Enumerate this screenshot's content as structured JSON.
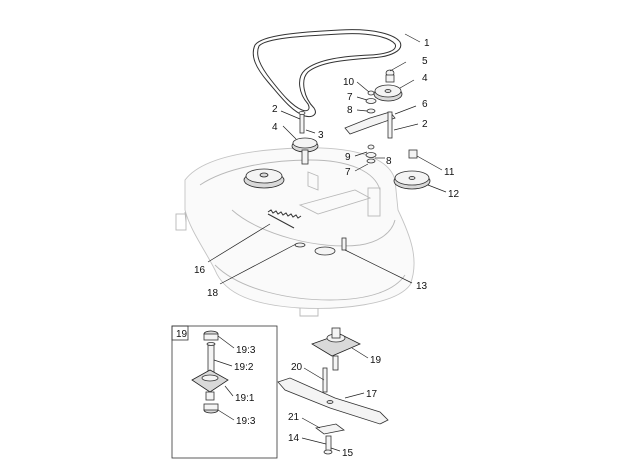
{
  "inset": {
    "label": "19"
  },
  "callouts": [
    {
      "id": "c1",
      "text": "1"
    },
    {
      "id": "c5",
      "text": "5"
    },
    {
      "id": "c10",
      "text": "10"
    },
    {
      "id": "c4a",
      "text": "4"
    },
    {
      "id": "c7a",
      "text": "7"
    },
    {
      "id": "c6",
      "text": "6"
    },
    {
      "id": "c8a",
      "text": "8"
    },
    {
      "id": "c2a",
      "text": "2"
    },
    {
      "id": "c2b",
      "text": "2"
    },
    {
      "id": "c3",
      "text": "3"
    },
    {
      "id": "c4b",
      "text": "4"
    },
    {
      "id": "c9",
      "text": "9"
    },
    {
      "id": "c8b",
      "text": "8"
    },
    {
      "id": "c7b",
      "text": "7"
    },
    {
      "id": "c11",
      "text": "11"
    },
    {
      "id": "c12",
      "text": "12"
    },
    {
      "id": "c16",
      "text": "16"
    },
    {
      "id": "c18",
      "text": "18"
    },
    {
      "id": "c13",
      "text": "13"
    },
    {
      "id": "c19",
      "text": "19"
    },
    {
      "id": "c20",
      "text": "20"
    },
    {
      "id": "c17",
      "text": "17"
    },
    {
      "id": "c21",
      "text": "21"
    },
    {
      "id": "c14",
      "text": "14"
    },
    {
      "id": "c15",
      "text": "15"
    },
    {
      "id": "c193a",
      "text": "19:3"
    },
    {
      "id": "c192",
      "text": "19:2"
    },
    {
      "id": "c191",
      "text": "19:1"
    },
    {
      "id": "c193b",
      "text": "19:3"
    }
  ]
}
